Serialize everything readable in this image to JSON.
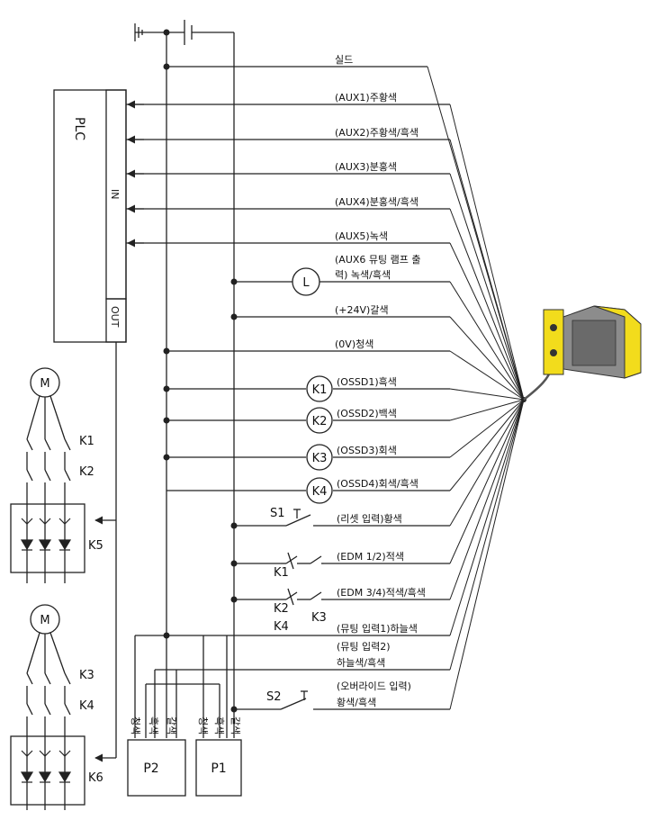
{
  "plc": {
    "title": "PLC",
    "in_label": "IN",
    "out_label": "OUT"
  },
  "wires": [
    {
      "id": "shield",
      "label": "실드"
    },
    {
      "id": "aux1",
      "label": "(AUX1)주황색"
    },
    {
      "id": "aux2",
      "label": "(AUX2)주황색/흑색"
    },
    {
      "id": "aux3",
      "label": "(AUX3)분홍색"
    },
    {
      "id": "aux4",
      "label": "(AUX4)분홍색/흑색"
    },
    {
      "id": "aux5",
      "label": "(AUX5)녹색"
    },
    {
      "id": "aux6",
      "label_line1": "(AUX6 뮤팅 램프 출",
      "label_line2": "력) 녹색/흑색"
    },
    {
      "id": "p24v",
      "label": "(+24V)갈색"
    },
    {
      "id": "zero_v",
      "label": "(0V)청색"
    },
    {
      "id": "ossd1",
      "label": "(OSSD1)흑색"
    },
    {
      "id": "ossd2",
      "label": "(OSSD2)백색"
    },
    {
      "id": "ossd3",
      "label": "(OSSD3)회색"
    },
    {
      "id": "ossd4",
      "label": "(OSSD4)회색/흑색"
    },
    {
      "id": "reset",
      "label": "(리셋 입력)황색"
    },
    {
      "id": "edm12",
      "label": "(EDM 1/2)적색"
    },
    {
      "id": "edm34",
      "label": "(EDM 3/4)적색/흑색"
    },
    {
      "id": "mute1",
      "label": "(뮤팅 입력1)하늘색"
    },
    {
      "id": "mute2",
      "label_line1": "(뮤팅 입력2)",
      "label_line2": "하늘색/흑색"
    },
    {
      "id": "override",
      "label_line1": "(오버라이드 입력)",
      "label_line2": "황색/흑색"
    }
  ],
  "components": {
    "lamp": "L",
    "relays": [
      "K1",
      "K2",
      "K3",
      "K4"
    ],
    "switch_reset": "S1",
    "switch_override": "S2",
    "edm_k1": "K1",
    "edm_k2": "K2",
    "edm_k3": "K3",
    "edm_k4": "K4"
  },
  "sensors": {
    "p1": {
      "label": "P1",
      "pins": [
        "청색",
        "흑색",
        "갈색"
      ]
    },
    "p2": {
      "label": "P2",
      "pins": [
        "청색",
        "흑색",
        "갈색"
      ]
    }
  },
  "motors": {
    "m1": {
      "symbol": "M",
      "contacts_a": "K1",
      "contacts_b": "K2",
      "driver": "K5"
    },
    "m2": {
      "symbol": "M",
      "contacts_a": "K3",
      "contacts_b": "K4",
      "driver": "K6"
    }
  },
  "colors": {
    "line": "#222222",
    "device_yellow": "#f2dc1c",
    "device_gray": "#8c8c8c"
  }
}
